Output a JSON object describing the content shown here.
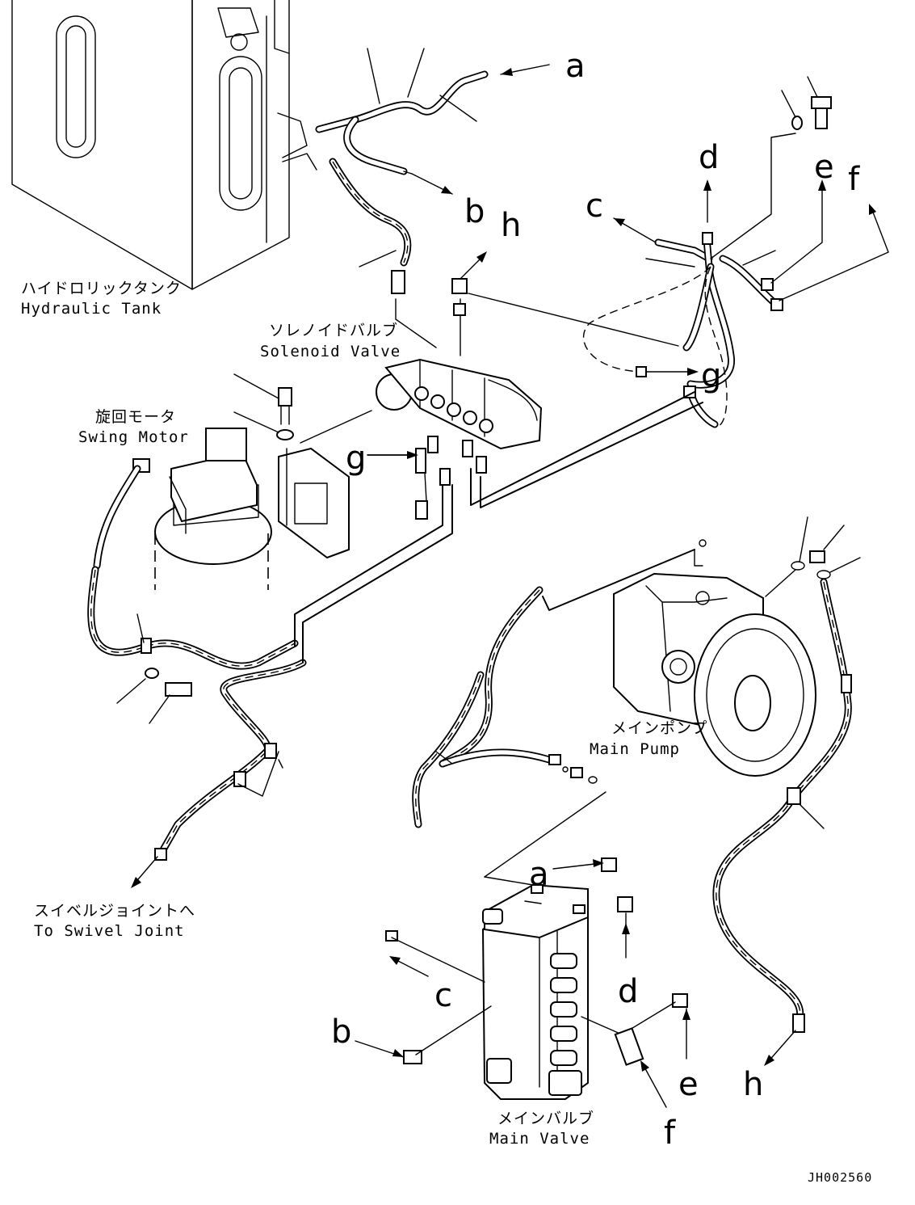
{
  "callouts": {
    "a_top": "a",
    "b_top": "b",
    "c_top": "c",
    "d_top": "d",
    "e_top": "e",
    "f_top": "f",
    "g_right": "g",
    "h_top": "h",
    "g_left": "g",
    "a_bot": "a",
    "b_bot": "b",
    "c_bot": "c",
    "d_bot": "d",
    "e_bot": "e",
    "f_bot": "f",
    "h_bot": "h"
  },
  "labels": {
    "hydraulic_tank_jp": "ハイドロリックタンク",
    "hydraulic_tank_en": "Hydraulic Tank",
    "solenoid_valve_jp": "ソレノイドバルブ",
    "solenoid_valve_en": "Solenoid Valve",
    "swing_motor_jp": "旋回モータ",
    "swing_motor_en": "Swing Motor",
    "main_pump_jp": "メインポンプ",
    "main_pump_en": "Main Pump",
    "swivel_joint_jp": "スイベルジョイントへ",
    "swivel_joint_en": "To Swivel Joint",
    "main_valve_jp": "メインバルブ",
    "main_valve_en": "Main Valve"
  },
  "drawing_number": "JH002560"
}
